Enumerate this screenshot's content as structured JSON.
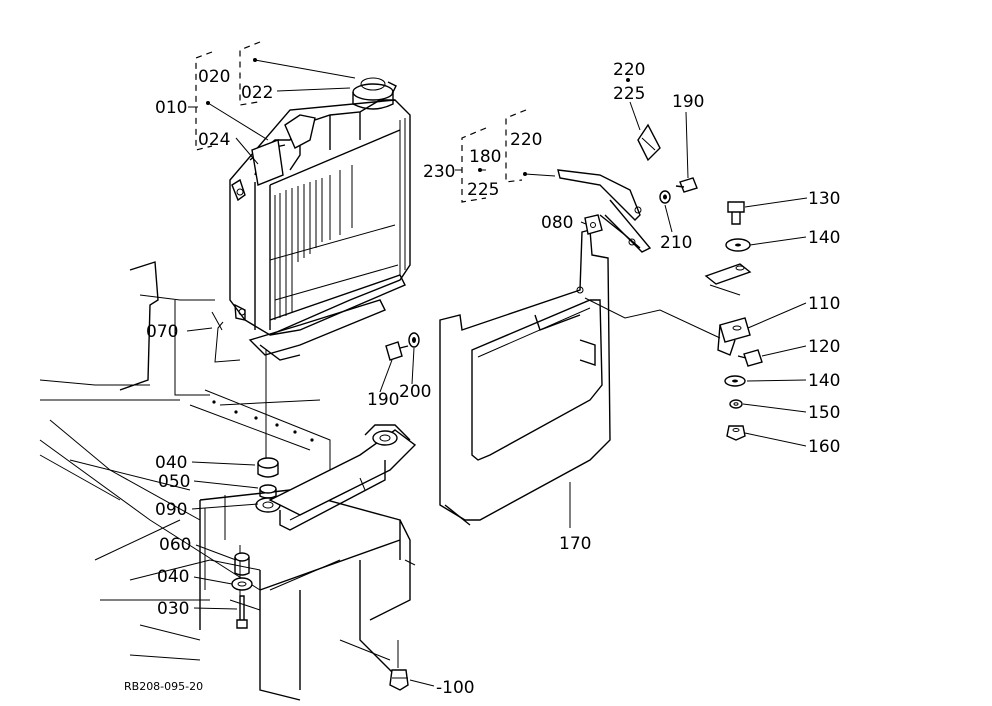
{
  "diagram_code": "RB208-095-20",
  "labels": {
    "p010": "010",
    "p020": "020",
    "p022": "022",
    "p024": "024",
    "p030": "030",
    "p040a": "040",
    "p040b": "040",
    "p050": "050",
    "p060": "060",
    "p070": "070",
    "p080": "080",
    "p090": "090",
    "p100": "-100",
    "p110": "110",
    "p120": "120",
    "p130": "130",
    "p140a": "140",
    "p140b": "140",
    "p150": "150",
    "p160": "160",
    "p170": "170",
    "p180": "180",
    "p190a": "190",
    "p190b": "190",
    "p200": "200",
    "p210": "210",
    "p220a": "220",
    "p220b": "220",
    "p225a": "225",
    "p225b": "225",
    "p230": "230"
  }
}
